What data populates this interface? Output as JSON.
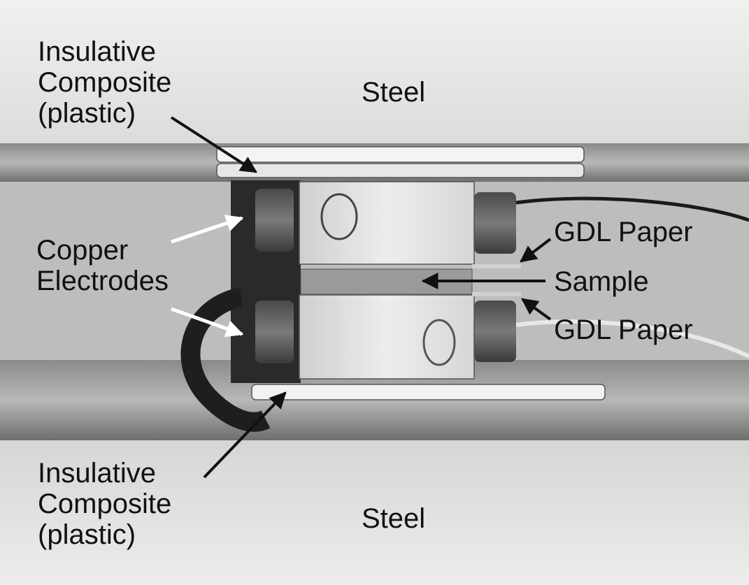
{
  "labels": {
    "steel_top": "Steel",
    "steel_bottom": "Steel",
    "insulative_top": [
      "Insulative",
      "Composite",
      "(plastic)"
    ],
    "insulative_bottom": [
      "Insulative",
      "Composite",
      "(plastic)"
    ],
    "copper": [
      "Copper",
      "Electrodes"
    ],
    "gdl_top": "GDL Paper",
    "sample": "Sample",
    "gdl_bottom": "GDL Paper"
  }
}
